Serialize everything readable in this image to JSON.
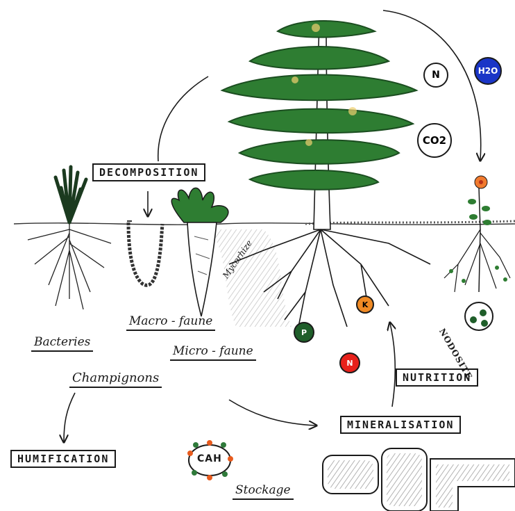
{
  "labels": {
    "decomposition": "DECOMPOSITION",
    "mineralisation": "MINERALISATION",
    "nutrition": "NUTRITION",
    "humification": "HUMIFICATION",
    "bacteries": "Bacteries",
    "macro_faune": "Macro - faune",
    "micro_faune": "Micro - faune",
    "champignons": "Champignons",
    "mycorhize": "Mycorhize",
    "nodosite": "NODOSITE",
    "stockage": "Stockage"
  },
  "nutrients": {
    "n": "N",
    "water": "H2O",
    "co2": "CO2",
    "k": "K",
    "n_red": "N",
    "p": "P"
  },
  "complex": {
    "cah": "CAH"
  },
  "colors": {
    "foliage": "#2e7d32",
    "foliage_dark": "#1b4d20",
    "trunk_outline": "#1a1a1a",
    "water_circle": "#1a35c7",
    "k_circle": "#f08a24",
    "n_red_circle": "#e8211b",
    "p_circle": "#1f5e2a",
    "flower": "#f07a2e",
    "cah_beads": [
      "#e85b1e",
      "#2f7a3a"
    ],
    "rocks": "#b9b9b9"
  }
}
